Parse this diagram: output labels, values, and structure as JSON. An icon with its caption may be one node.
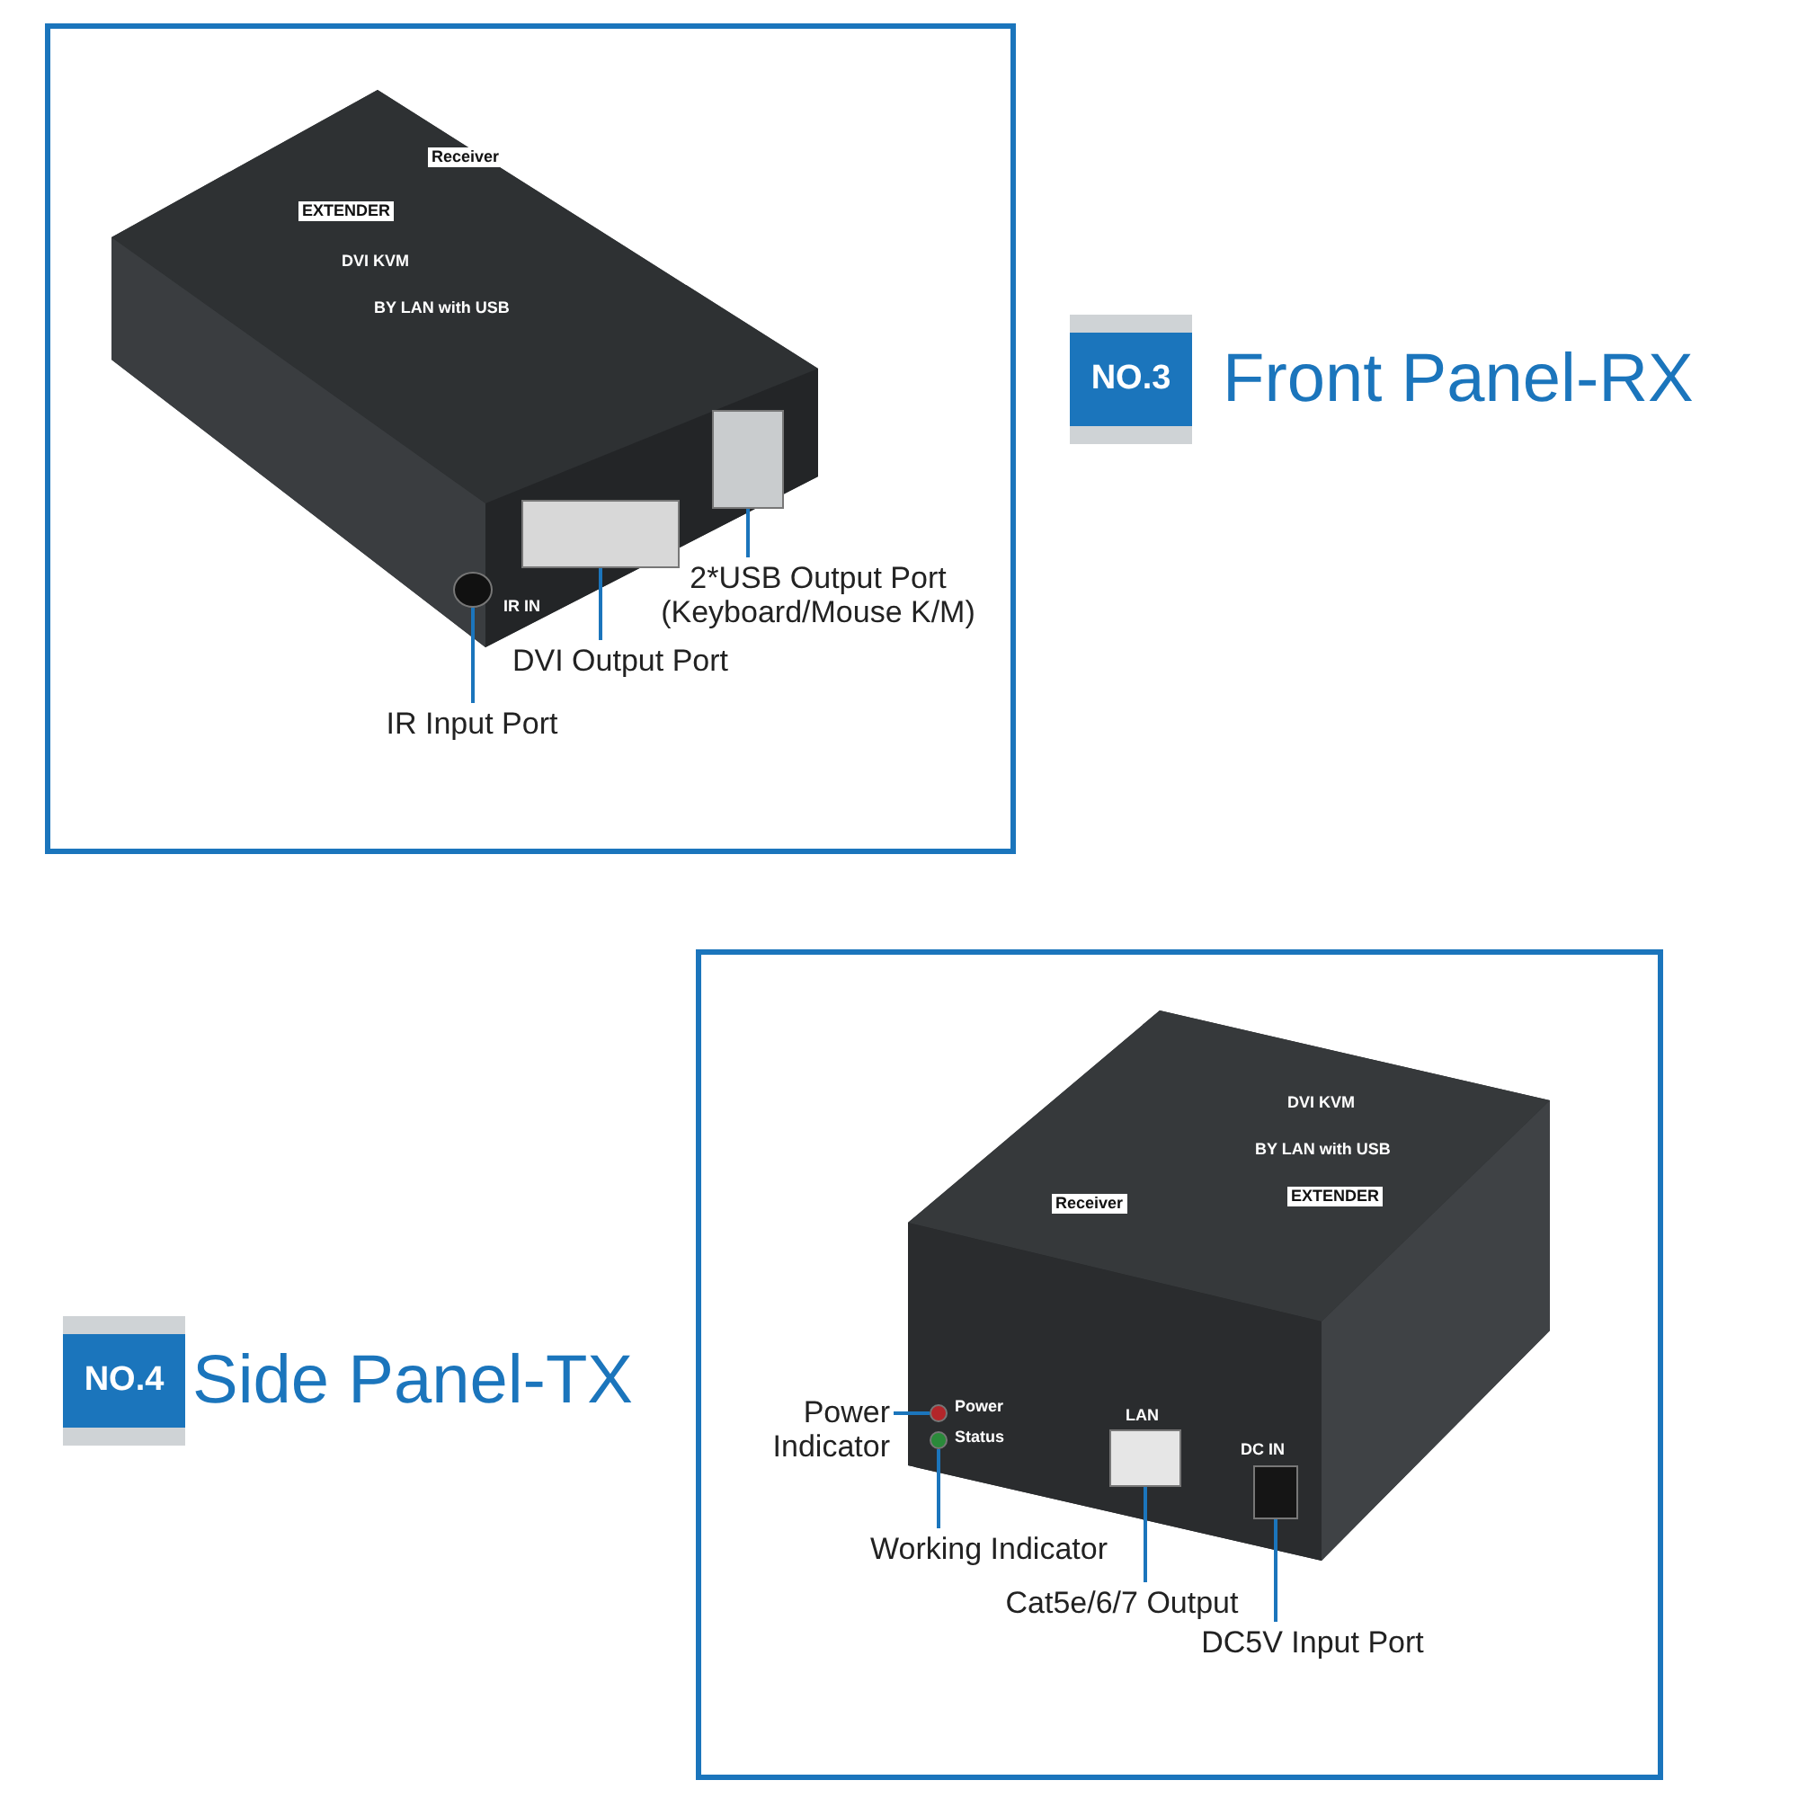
{
  "diagram": {
    "nodes": [
      {
        "text": [],
        "shape": "box"
      },
      {
        "text": [],
        "shape": "picture",
        "in": 0
      },
      {
        "text": [],
        "shape": "picture",
        "in": 1
      },
      {
        "text": [],
        "shape": "picture",
        "in": 1
      },
      {
        "text": [],
        "shape": "picture",
        "in": 1,
        "beside": [
          "IR IN"
        ]
      },
      {
        "text": [
          "2*USB Output Port (Keyboard/Mouse K/M)"
        ],
        "in": 0
      },
      {
        "text": [
          "DVI Output Port"
        ],
        "in": 0
      },
      {
        "text": [
          "IR  Input Port"
        ],
        "in": 0
      },
      {
        "text": [
          "NO.3",
          "Front Panel-RX"
        ]
      },
      {
        "text": [],
        "shape": "box"
      },
      {
        "text": [],
        "shape": "picture",
        "in": 9
      },
      {
        "text": [],
        "shape": "circle",
        "in": 10,
        "beside": [
          "Power"
        ]
      },
      {
        "text": [],
        "shape": "circle",
        "in": 10,
        "beside": [
          "Status"
        ]
      },
      {
        "text": [],
        "shape": "picture",
        "in": 10,
        "beside": [
          "LAN"
        ]
      },
      {
        "text": [],
        "shape": "picture",
        "in": 10,
        "beside": [
          "DC IN"
        ]
      },
      {
        "text": [
          "Power Indicator"
        ],
        "in": 9
      },
      {
        "text": [
          "Working Indicator"
        ],
        "in": 9
      },
      {
        "text": [
          "Cat5e/6/7 Output"
        ],
        "in": 9
      },
      {
        "text": [
          "DC5V Input Port"
        ],
        "in": 9
      },
      {
        "text": [
          "NO.4",
          "Side Panel-TX"
        ]
      }
    ],
    "edges": [
      {
        "from": 5,
        "to": 2,
        "arrow": "none"
      },
      {
        "from": 6,
        "to": 3,
        "arrow": "none"
      },
      {
        "from": 7,
        "to": 4,
        "arrow": "none"
      },
      {
        "from": 15,
        "to": 11,
        "arrow": "none"
      },
      {
        "from": 16,
        "to": 12,
        "arrow": "none"
      },
      {
        "from": 17,
        "to": 13,
        "arrow": "none"
      },
      {
        "from": 18,
        "to": 14,
        "arrow": "none"
      }
    ],
    "labels": [
      "Receiver",
      "EXTENDER",
      "DVI KVM",
      "BY LAN with USB",
      "DVI KVM",
      "BY LAN with USB",
      "EXTENDER",
      "Receiver"
    ]
  }
}
